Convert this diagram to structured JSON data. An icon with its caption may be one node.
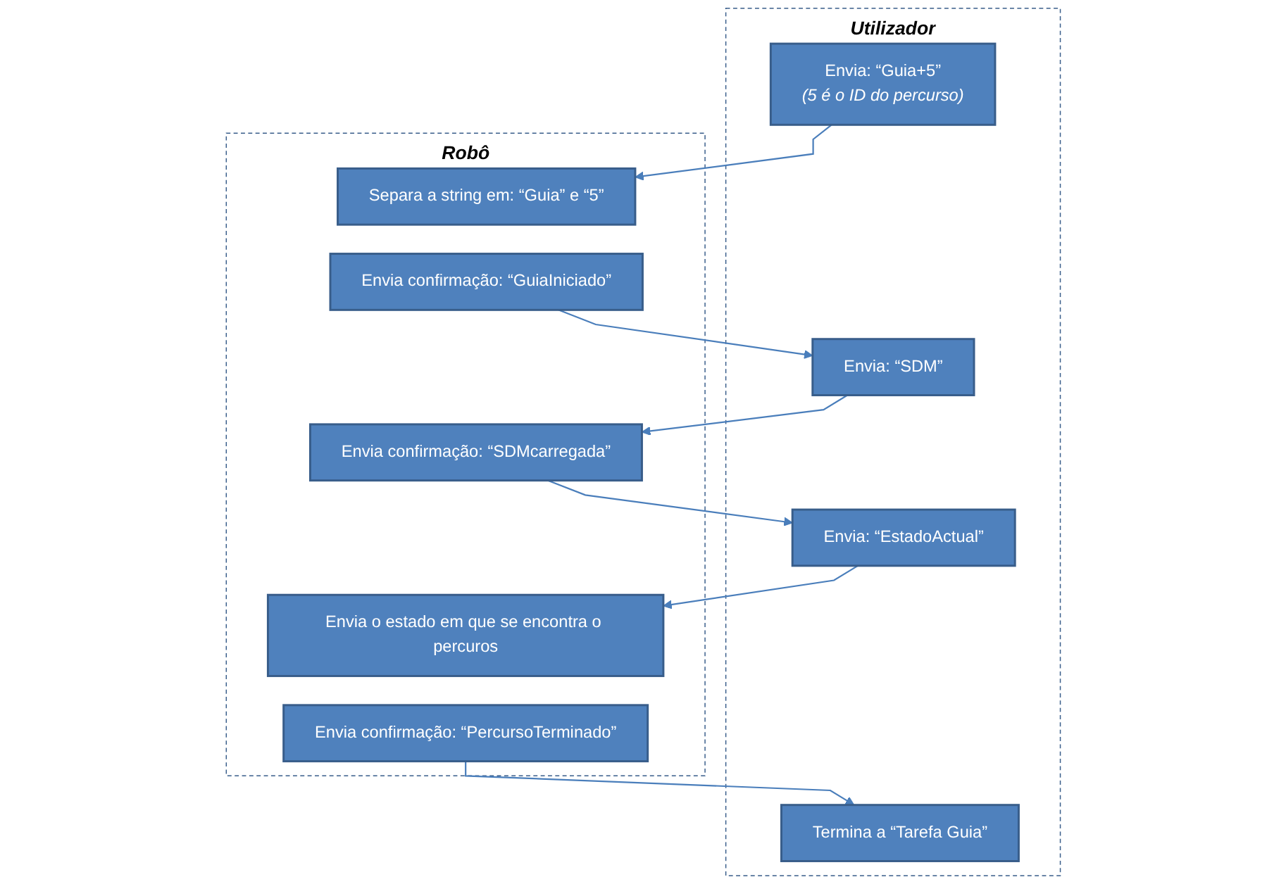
{
  "diagram": {
    "nodes": [
      {
        "text": [
          "Utilizador"
        ]
      },
      {
        "text": [
          "Envia: “Guia+5”",
          "(5 é o ID do percurso)"
        ],
        "in": 0
      },
      {
        "text": [
          "Envia: “SDM”"
        ],
        "in": 0
      },
      {
        "text": [
          "Envia: “EstadoActual”"
        ],
        "in": 0
      },
      {
        "text": [
          "Termina a “Tarefa Guia”"
        ],
        "in": 0
      },
      {
        "text": [
          "Robô"
        ]
      },
      {
        "text": [
          "Separa a string em: “Guia” e “5”"
        ],
        "in": 5
      },
      {
        "text": [
          "Envia confirmação: “GuiaIniciado”"
        ],
        "in": 5
      },
      {
        "text": [
          "Envia confirmação: “SDMcarregada”"
        ],
        "in": 5
      },
      {
        "text": [
          "Envia o estado em que se encontra o percuros"
        ],
        "in": 5
      },
      {
        "text": [
          "Envia confirmação: “PercursoTerminado”"
        ],
        "in": 5
      }
    ],
    "edges": [
      {
        "from": 1,
        "to": 6,
        "arrow": "to"
      },
      {
        "from": 7,
        "to": 2,
        "arrow": "to"
      },
      {
        "from": 2,
        "to": 8,
        "arrow": "to"
      },
      {
        "from": 8,
        "to": 3,
        "arrow": "to"
      },
      {
        "from": 3,
        "to": 9,
        "arrow": "to"
      },
      {
        "from": 10,
        "to": 4,
        "arrow": "to"
      }
    ]
  }
}
